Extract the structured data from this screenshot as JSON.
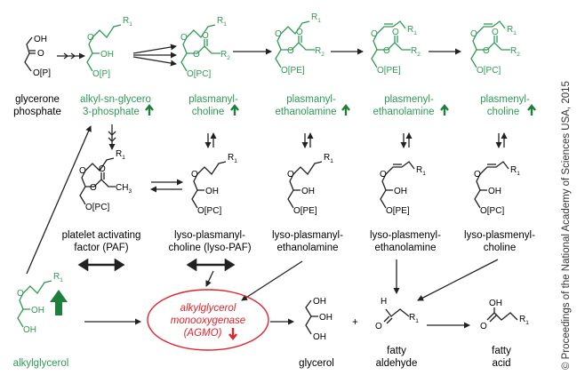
{
  "colors": {
    "green": "#2f9a54",
    "black": "#222222",
    "red": "#e0242b",
    "up_arrow": "#1e7f3c",
    "down_arrow": "#e0242b"
  },
  "compounds": {
    "glycerone_phosphate": {
      "line1": "glycerone",
      "line2": "phosphate"
    },
    "alkyl_glycerophosphate": {
      "line1": "alkyl-sn-glycero",
      "line2": "3-phosphate"
    },
    "plasmanylcholine": {
      "line1": "plasmanyl-",
      "line2": "choline"
    },
    "plasmanylethanolamine": {
      "line1": "plasmanyl-",
      "line2": "ethanolamine"
    },
    "plasmenylethanolamine": {
      "line1": "plasmenyl-",
      "line2": "ethanolamine"
    },
    "plasmenylcholine": {
      "line1": "plasmenyl-",
      "line2": "choline"
    },
    "paf": {
      "line1": "platelet activating",
      "line2": "factor (PAF)"
    },
    "lyso_paf": {
      "line1": "lyso-plasmanyl-",
      "line2": "choline (lyso-PAF)"
    },
    "lyso_plasmanyl_etn": {
      "line1": "lyso-plasmanyl-",
      "line2": "ethanolamine"
    },
    "lyso_plasmenyl_etn": {
      "line1": "lyso-plasmenyl-",
      "line2": "ethanolamine"
    },
    "lyso_plasmenyl_cho": {
      "line1": "lyso-plasmenyl-",
      "line2": "choline"
    },
    "alkylglycerol": {
      "label": "alkylglycerol"
    },
    "glycerol": {
      "label": "glycerol"
    },
    "fatty_aldehyde": {
      "line1": "fatty",
      "line2": "aldehyde"
    },
    "fatty_acid": {
      "line1": "fatty",
      "line2": "acid"
    }
  },
  "enzyme": {
    "line1": "alkylglycerol",
    "line2": "monooxygenase",
    "line3": "(AGMO)"
  },
  "atoms": {
    "OH": "OH",
    "O": "O",
    "OP": "O[P]",
    "OPC": "O[PC]",
    "OPE": "O[PE]",
    "R": "R",
    "R1_sub": "1",
    "R2_sub": "2",
    "CH": "CH",
    "CH3_sub": "3",
    "H": "H",
    "plus": "+"
  },
  "credit": "© Proceedings of the National Academy of Sciences USA, 2015"
}
